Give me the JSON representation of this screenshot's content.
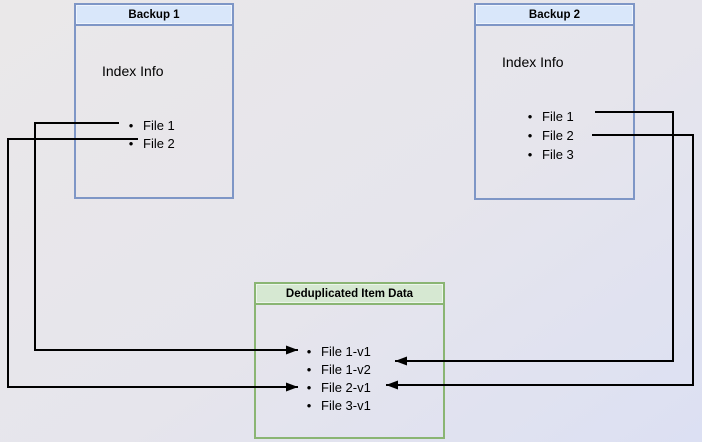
{
  "diagram": {
    "backup1": {
      "title": "Backup 1",
      "index_label": "Index Info",
      "files": [
        "File 1",
        "File 2"
      ]
    },
    "backup2": {
      "title": "Backup 2",
      "index_label": "Index Info",
      "files": [
        "File 1",
        "File 2",
        "File 3"
      ]
    },
    "dedup": {
      "title": "Deduplicated Item Data",
      "items": [
        "File 1-v1",
        "File 1-v2",
        "File 2-v1",
        "File 3-v1"
      ]
    },
    "bullet_glyph": "•",
    "connections": [
      {
        "from": "Backup 1 / File 1",
        "to": "File 1-v1"
      },
      {
        "from": "Backup 1 / File 2",
        "to": "File 2-v1"
      },
      {
        "from": "Backup 2 / File 1",
        "to": "File 1-v2"
      },
      {
        "from": "Backup 2 / File 2",
        "to": "File 2-v1"
      }
    ],
    "colors": {
      "backup_header_fill": "#d9e7fa",
      "backup_border": "#7e96c6",
      "dedup_header_fill": "#d6e8d2",
      "dedup_border": "#8ab573",
      "arrow": "#000000",
      "text": "#000000"
    }
  }
}
